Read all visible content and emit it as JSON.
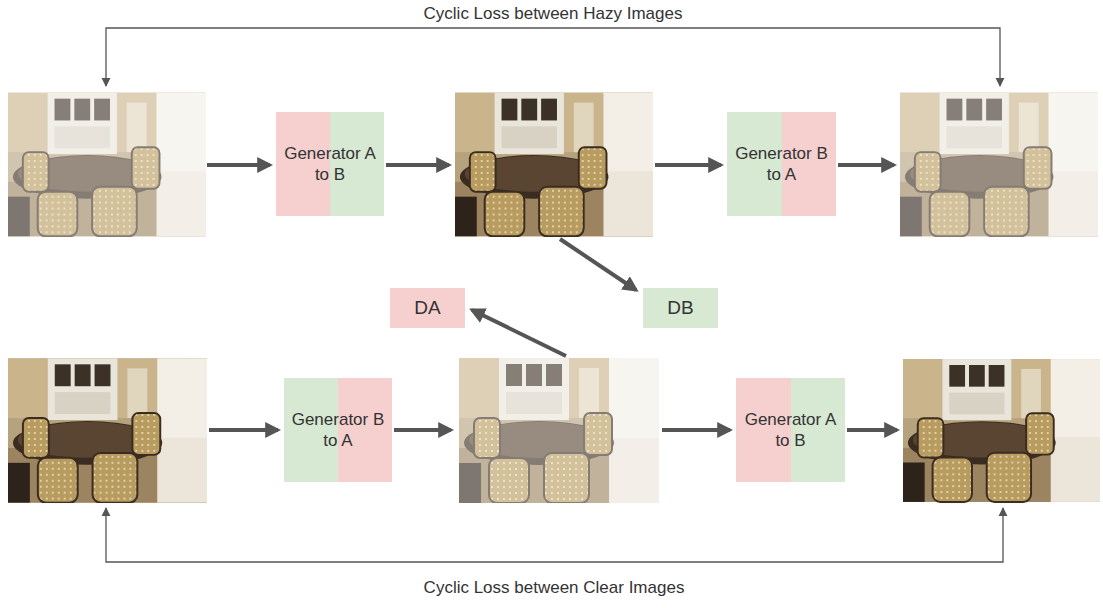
{
  "diagram": {
    "nodes": [
      {
        "text": [
          "Generator A to B"
        ]
      },
      {
        "text": [
          "Generator B to A"
        ]
      },
      {
        "text": [
          "DA"
        ]
      },
      {
        "text": [
          "DB"
        ]
      },
      {
        "text": [
          "Generator B to A"
        ]
      },
      {
        "text": [
          "Generator A to B"
        ]
      }
    ],
    "labels": [
      "Cyclic Loss between Hazy Images",
      "Cyclic Loss between Clear Images"
    ]
  }
}
